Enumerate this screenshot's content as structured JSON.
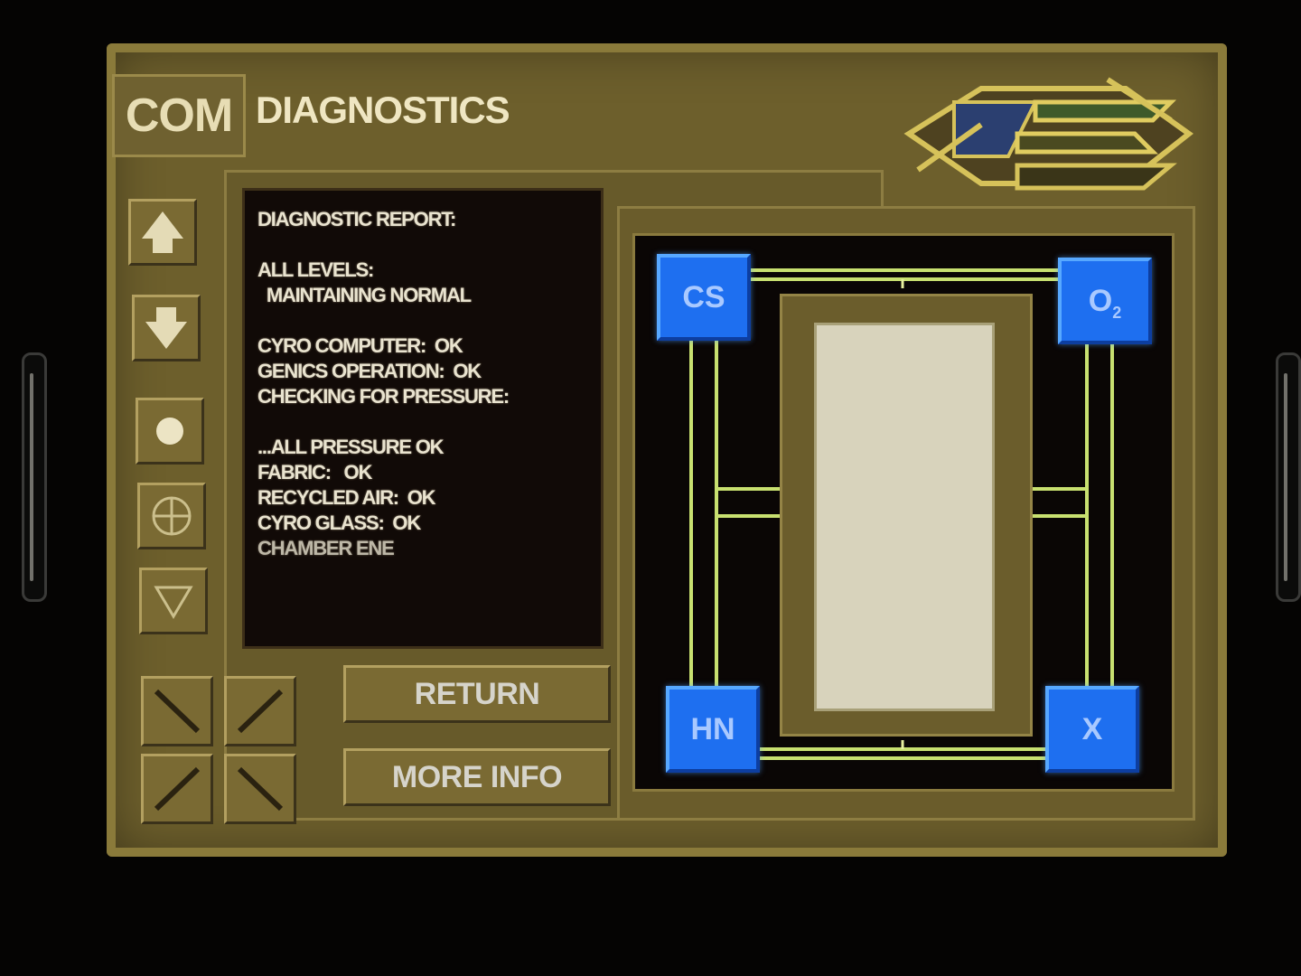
{
  "header": {
    "com_label": "COM",
    "title": "DIAGNOSTICS"
  },
  "sidebar": {
    "buttons": [
      {
        "name": "scroll-up-button",
        "icon": "up-arrow-icon"
      },
      {
        "name": "scroll-down-button",
        "icon": "down-arrow-icon"
      },
      {
        "name": "select-button",
        "icon": "dot-icon"
      },
      {
        "name": "target-button",
        "icon": "crosshair-icon"
      },
      {
        "name": "page-down-button",
        "icon": "outline-down-triangle-icon"
      }
    ]
  },
  "report": {
    "lines": [
      "DIAGNOSTIC REPORT:",
      "",
      "ALL LEVELS:",
      "  MAINTAINING NORMAL",
      "",
      "CYRO COMPUTER:  OK",
      "GENICS OPERATION:  OK",
      "CHECKING FOR PRESSURE:",
      "",
      "...ALL PRESSURE OK",
      "FABRIC:   OK",
      "RECYCLED AIR:  OK",
      "CYRO GLASS:  OK",
      "CHAMBER ENE"
    ]
  },
  "actions": {
    "return_label": "RETURN",
    "more_info_label": "MORE INFO"
  },
  "diagonal_buttons": [
    {
      "name": "diag-top-left-button",
      "icon": "arrow-top-left-icon"
    },
    {
      "name": "diag-top-right-button",
      "icon": "arrow-bottom-left-icon"
    },
    {
      "name": "diag-bottom-left-button",
      "icon": "arrow-bottom-left-icon"
    },
    {
      "name": "diag-bottom-right-button",
      "icon": "arrow-top-left-icon"
    }
  ],
  "chamber": {
    "nodes": {
      "top_left": "CS",
      "top_right_main": "O",
      "top_right_sub": "2",
      "bottom_left": "HN",
      "bottom_right": "X"
    }
  },
  "colors": {
    "screen_bg": "#6d5f2c",
    "node_blue": "#1e6ff0",
    "pipe_green": "#c8e070",
    "report_bg": "#110a07"
  }
}
